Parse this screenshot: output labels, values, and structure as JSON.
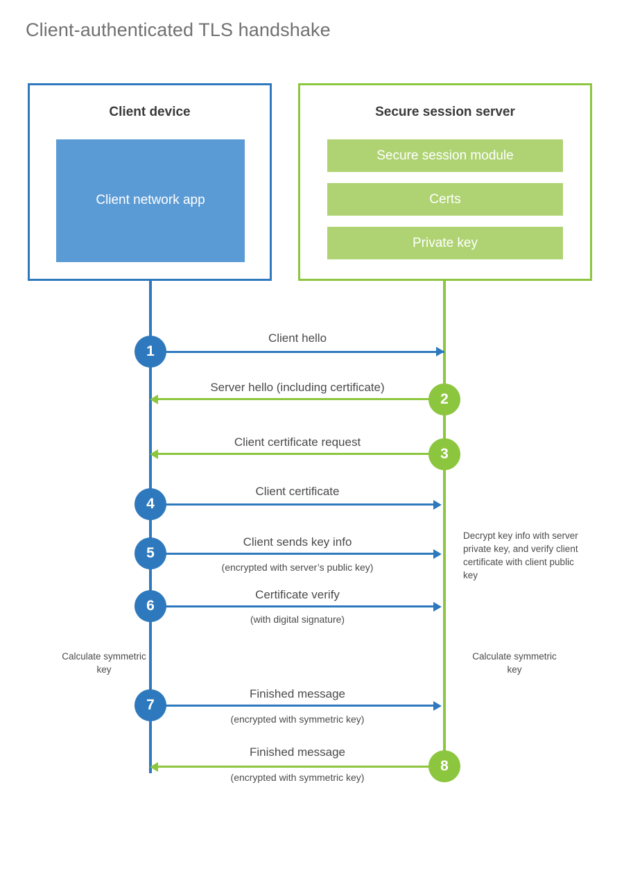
{
  "title": "Client-authenticated TLS handshake",
  "colors": {
    "client_accent": "#2E79BD",
    "server_accent": "#8CC63E",
    "client_fill": "#5B9BD5",
    "server_fill": "#AFD373",
    "title_text": "#707070",
    "body_text": "#4a4a4a",
    "background": "#ffffff"
  },
  "actors": {
    "client": {
      "title": "Client device",
      "block_label": "Client network app"
    },
    "server": {
      "title": "Secure session server",
      "bars": [
        "Secure session module",
        "Certs",
        "Private key"
      ]
    }
  },
  "steps": [
    {
      "number": "1",
      "label": "Client hello",
      "sublabel": "",
      "direction": "client-to-server",
      "color": "blue"
    },
    {
      "number": "2",
      "label": "Server hello (including certificate)",
      "sublabel": "",
      "direction": "server-to-client",
      "color": "green"
    },
    {
      "number": "3",
      "label": "Client certificate request",
      "sublabel": "",
      "direction": "server-to-client",
      "color": "green"
    },
    {
      "number": "4",
      "label": "Client certificate",
      "sublabel": "",
      "direction": "client-to-server",
      "color": "blue"
    },
    {
      "number": "5",
      "label": "Client sends key info",
      "sublabel": "(encrypted with server’s public key)",
      "direction": "client-to-server",
      "color": "blue"
    },
    {
      "number": "6",
      "label": "Certificate verify",
      "sublabel": "(with digital signature)",
      "direction": "client-to-server",
      "color": "blue"
    },
    {
      "number": "7",
      "label": "Finished message",
      "sublabel": "(encrypted with symmetric key)",
      "direction": "client-to-server",
      "color": "blue"
    },
    {
      "number": "8",
      "label": "Finished message",
      "sublabel": "(encrypted with symmetric key)",
      "direction": "server-to-client",
      "color": "green"
    }
  ],
  "annotations": {
    "server_decrypt_note": "Decrypt key info with server private key, and verify client certificate with client public key",
    "calculate_symmetric_key_client": "Calculate symmetric key",
    "calculate_symmetric_key_server": "Calculate symmetric key"
  }
}
